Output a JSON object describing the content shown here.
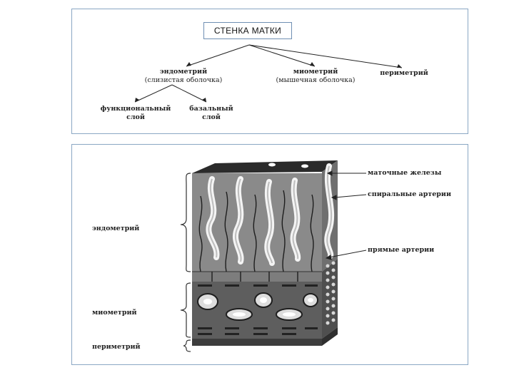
{
  "scheme": {
    "title": "СТЕНКА МАТКИ",
    "endometrium": {
      "name": "эндометрий",
      "sub": "(слизистая оболочка)"
    },
    "myometrium": {
      "name": "миометрий",
      "sub": "(мышечная оболочка)"
    },
    "perimetrium": {
      "name": "периметрий"
    },
    "functional": {
      "line1": "функциональный",
      "line2": "слой"
    },
    "basal": {
      "line1": "базальный",
      "line2": "слой"
    }
  },
  "figure": {
    "left_labels": {
      "endometrium": "эндометрий",
      "myometrium": "миометрий",
      "perimetrium": "периметрий"
    },
    "right_labels": {
      "glands": "маточные железы",
      "spiral_arteries": "спиральные артерии",
      "straight_arteries": "прямые артерии"
    }
  }
}
